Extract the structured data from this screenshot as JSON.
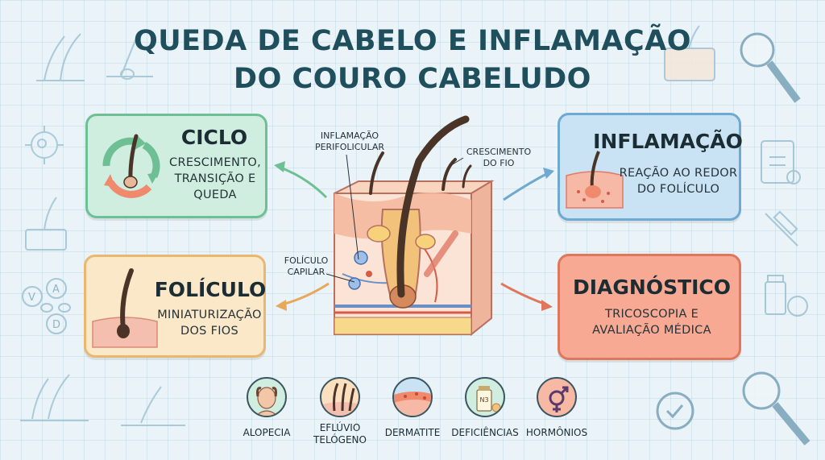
{
  "title": {
    "line1": "QUEDA DE CABELO E INFLAMAÇÃO",
    "line2": "DO COURO CABELUDO"
  },
  "cards": {
    "ciclo": {
      "heading": "CICLO",
      "lines": [
        "CRESCIMENTO,",
        "TRANSIÇÃO E",
        "QUEDA"
      ],
      "color": "#cfeee0",
      "border": "#6fbf95"
    },
    "foliculo": {
      "heading": "FOLÍCULO",
      "lines": [
        "MINIATURIZAÇÃO",
        "DOS FIOS"
      ],
      "color": "#fbe8c8",
      "border": "#e8b870"
    },
    "inflamacao": {
      "heading": "INFLAMAÇÃO",
      "lines": [
        "REAÇÃO AO REDOR",
        "DO FOLÍCULO"
      ],
      "color": "#c9e3f5",
      "border": "#6fa8d0"
    },
    "diagnostico": {
      "heading": "DIAGNÓSTICO",
      "lines": [
        "TRICOSCOPIA E",
        "AVALIAÇÃO MÉDICA"
      ],
      "color": "#f7a993",
      "border": "#e0765c"
    }
  },
  "callouts": {
    "inflamacao_perifolicular": [
      "INFLAMAÇÃO",
      "PERIFOLICULAR"
    ],
    "crescimento_fio": [
      "CRESCIMENTO",
      "DO FIO"
    ],
    "foliculo_capilar": [
      "FOLÍCULO",
      "CAPILAR"
    ]
  },
  "conditions": [
    {
      "label": "ALOPECIA",
      "icon": "balding-head-icon",
      "color": "#cfeee0"
    },
    {
      "label": "EFLÚVIO\nTELÓGENO",
      "icon": "hair-follicle-icon",
      "color": "#fbe0c0"
    },
    {
      "label": "DERMATITE",
      "icon": "irritated-skin-icon",
      "color": "#c9e3f5"
    },
    {
      "label": "DEFICIÊNCIAS",
      "icon": "supplement-bottle-icon",
      "color": "#cfeee0"
    },
    {
      "label": "HORMÔNIOS",
      "icon": "gender-symbol-icon",
      "color": "#f7b8a4"
    }
  ],
  "supplement_label": "N3",
  "vitamin_letters": [
    "V",
    "A",
    "D"
  ],
  "colors": {
    "title": "#1f4e5c",
    "hair": "#4a3428",
    "skin": "#f4c6a8",
    "arrow_green": "#6fbf95",
    "arrow_orange": "#e8a85c",
    "arrow_blue": "#6fa8d0",
    "arrow_red": "#e0765c"
  }
}
